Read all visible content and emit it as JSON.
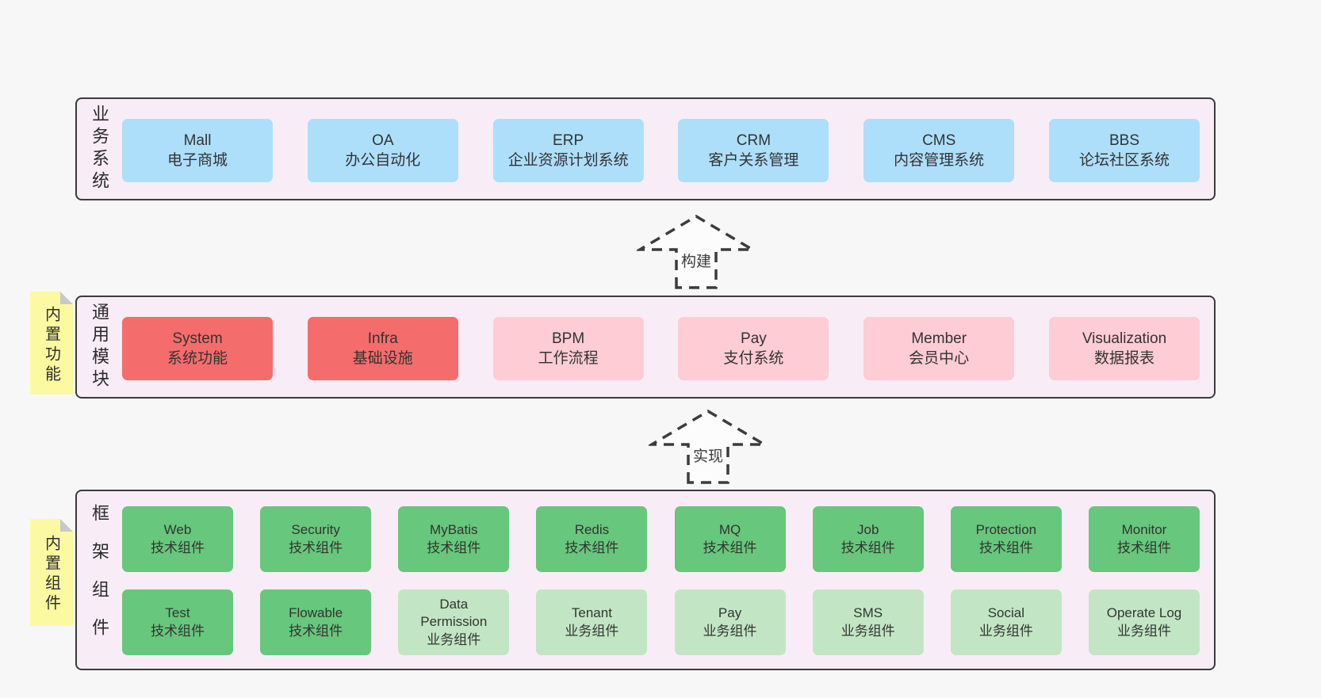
{
  "diagram": {
    "arrows": [
      {
        "label": "构建"
      },
      {
        "label": "实现"
      }
    ],
    "layers": {
      "business": {
        "label": "业务系统",
        "boxes": [
          {
            "name": "Mall",
            "subtitle": "电子商城",
            "color": "blue"
          },
          {
            "name": "OA",
            "subtitle": "办公自动化",
            "color": "blue"
          },
          {
            "name": "ERP",
            "subtitle": "企业资源计划系统",
            "color": "blue"
          },
          {
            "name": "CRM",
            "subtitle": "客户关系管理",
            "color": "blue"
          },
          {
            "name": "CMS",
            "subtitle": "内容管理系统",
            "color": "blue"
          },
          {
            "name": "BBS",
            "subtitle": "论坛社区系统",
            "color": "blue"
          }
        ]
      },
      "modules": {
        "label": "通用模块",
        "sticky": "内置功能",
        "boxes": [
          {
            "name": "System",
            "subtitle": "系统功能",
            "color": "red"
          },
          {
            "name": "Infra",
            "subtitle": "基础设施",
            "color": "red"
          },
          {
            "name": "BPM",
            "subtitle": "工作流程",
            "color": "pink"
          },
          {
            "name": "Pay",
            "subtitle": "支付系统",
            "color": "pink"
          },
          {
            "name": "Member",
            "subtitle": "会员中心",
            "color": "pink"
          },
          {
            "name": "Visualization",
            "subtitle": "数据报表",
            "color": "pink"
          }
        ]
      },
      "components": {
        "label": "框架组件",
        "sticky": "内置组件",
        "row1": [
          {
            "name": "Web",
            "subtitle": "技术组件",
            "color": "green"
          },
          {
            "name": "Security",
            "subtitle": "技术组件",
            "color": "green"
          },
          {
            "name": "MyBatis",
            "subtitle": "技术组件",
            "color": "green"
          },
          {
            "name": "Redis",
            "subtitle": "技术组件",
            "color": "green"
          },
          {
            "name": "MQ",
            "subtitle": "技术组件",
            "color": "green"
          },
          {
            "name": "Job",
            "subtitle": "技术组件",
            "color": "green"
          },
          {
            "name": "Protection",
            "subtitle": "技术组件",
            "color": "green"
          },
          {
            "name": "Monitor",
            "subtitle": "技术组件",
            "color": "green"
          }
        ],
        "row2": [
          {
            "name": "Test",
            "subtitle": "技术组件",
            "color": "green"
          },
          {
            "name": "Flowable",
            "subtitle": "技术组件",
            "color": "green"
          },
          {
            "name": "Data Permission",
            "subtitle": "业务组件",
            "color": "light-green"
          },
          {
            "name": "Tenant",
            "subtitle": "业务组件",
            "color": "light-green"
          },
          {
            "name": "Pay",
            "subtitle": "业务组件",
            "color": "light-green"
          },
          {
            "name": "SMS",
            "subtitle": "业务组件",
            "color": "light-green"
          },
          {
            "name": "Social",
            "subtitle": "业务组件",
            "color": "light-green"
          },
          {
            "name": "Operate Log",
            "subtitle": "业务组件",
            "color": "light-green"
          }
        ]
      }
    },
    "palette": {
      "page_bg": "#f7f7f7",
      "layer_bg": "#f8edf6",
      "layer_border": "#3b3b3b",
      "blue_box": "#addffb",
      "red_box": "#f56c6c",
      "pink_box": "#fdccd5",
      "green_box": "#67c77c",
      "light_green_box": "#c2e6c4",
      "sticky_yellow": "#fbf9a2",
      "sticky_fold": "#c8c8c8",
      "text": "#3a3a3a"
    }
  }
}
